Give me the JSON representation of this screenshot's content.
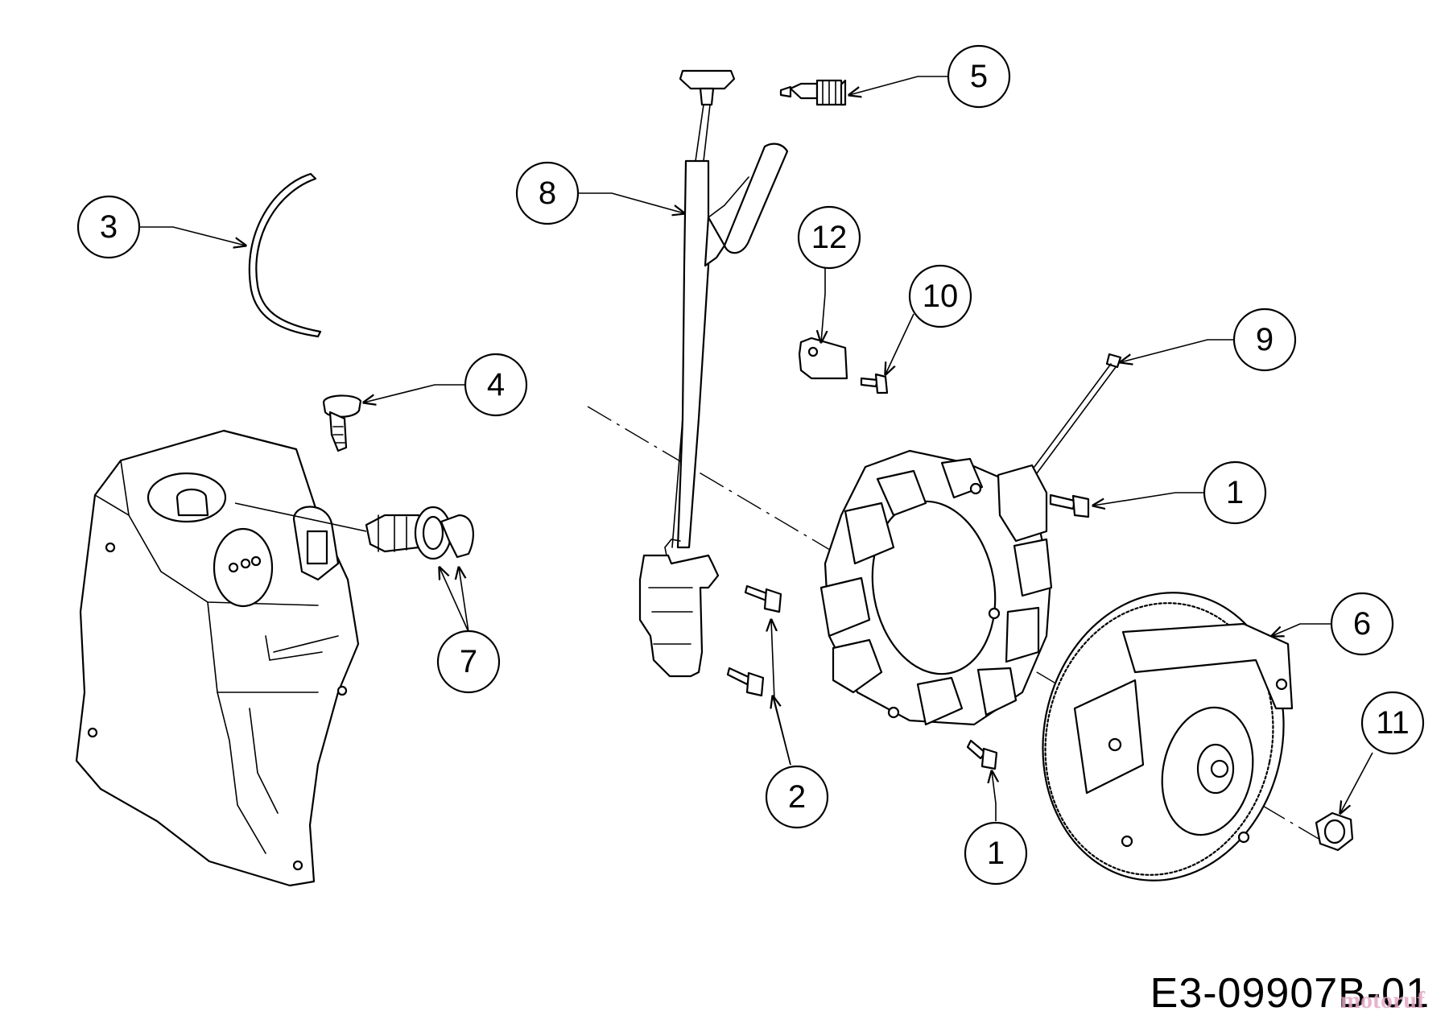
{
  "diagram": {
    "drawing_code": "E3-09907B-01",
    "watermark": "motoruf"
  },
  "callouts": {
    "c1a": "1",
    "c1b": "1",
    "c2": "2",
    "c3": "3",
    "c4": "4",
    "c5": "5",
    "c6": "6",
    "c7": "7",
    "c8": "8",
    "c9": "9",
    "c10": "10",
    "c11": "11",
    "c12": "12"
  }
}
